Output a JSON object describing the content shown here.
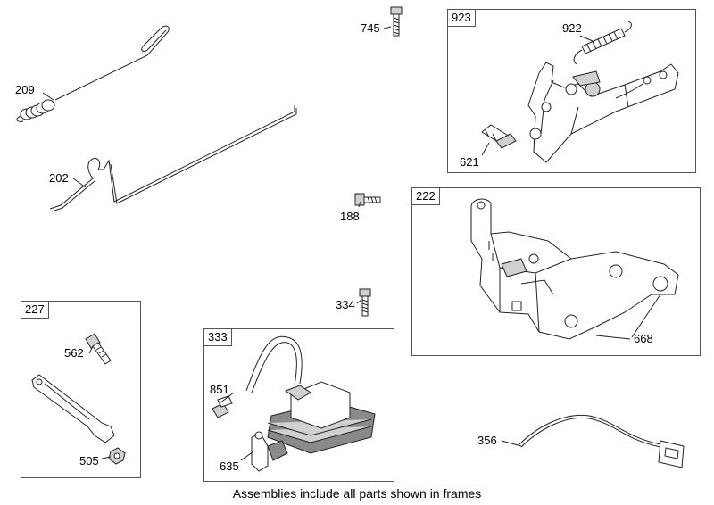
{
  "callouts": {
    "p209": "209",
    "p202": "202",
    "p745": "745",
    "p188": "188",
    "p334": "334",
    "p922": "922",
    "p621": "621",
    "p668": "668",
    "p562": "562",
    "p505": "505",
    "p851": "851",
    "p635": "635",
    "p356": "356"
  },
  "frames": {
    "f923": "923",
    "f222": "222",
    "f227": "227",
    "f333": "333"
  },
  "caption": "Assemblies include all parts shown in frames"
}
